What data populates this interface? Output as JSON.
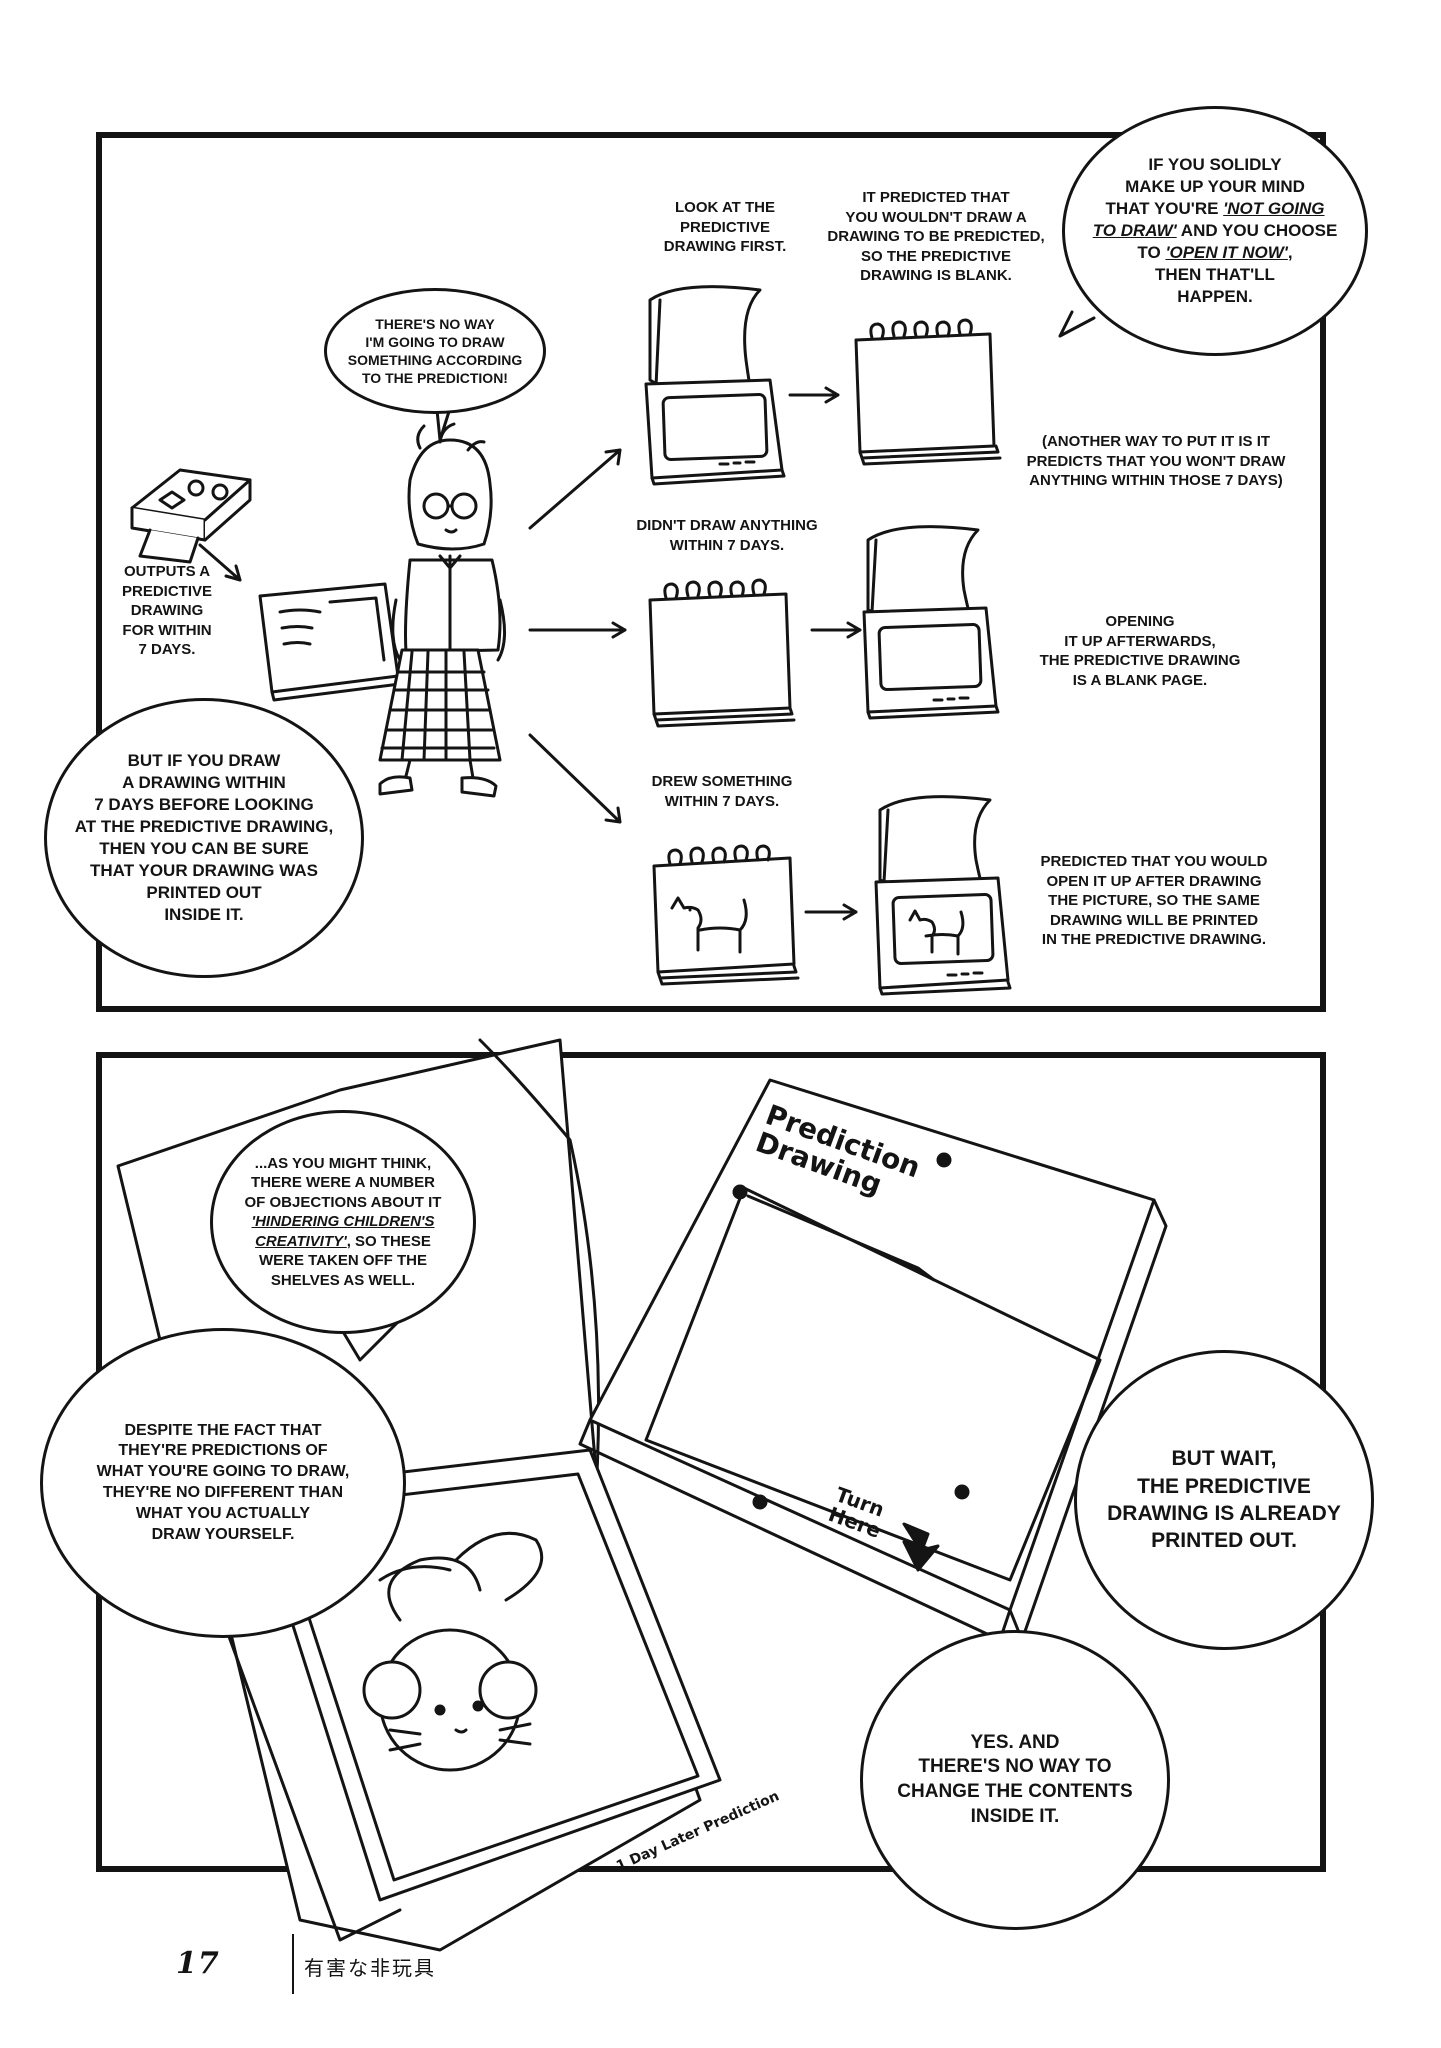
{
  "captions": {
    "look_first": "LOOK AT THE\nPREDICTIVE\nDRAWING FIRST.",
    "predicted_blank": "IT PREDICTED THAT\nYOU WOULDN'T DRAW A\nDRAWING TO BE PREDICTED,\nSO THE PREDICTIVE\nDRAWING IS BLANK.",
    "another_way": "(ANOTHER WAY TO PUT IT IS IT\nPREDICTS THAT YOU WON'T DRAW\nANYTHING WITHIN THOSE 7 DAYS)",
    "didnt_draw": "DIDN'T DRAW ANYTHING\nWITHIN 7 DAYS.",
    "opening_after": "OPENING\nIT UP AFTERWARDS,\nTHE PREDICTIVE DRAWING\nIS A BLANK PAGE.",
    "drew_something": "DREW SOMETHING\nWITHIN 7 DAYS.",
    "predicted_same": "PREDICTED THAT YOU WOULD\nOPEN IT UP AFTER DRAWING\nTHE PICTURE, SO THE SAME\nDRAWING WILL BE PRINTED\nIN THE PREDICTIVE DRAWING.",
    "outputs": "OUTPUTS A\nPREDICTIVE\nDRAWING\nFOR WITHIN\n7 DAYS."
  },
  "bubbles": {
    "no_way": "THERE'S NO WAY\nI'M GOING TO DRAW\nSOMETHING ACCORDING\nTO THE PREDICTION!",
    "solidly_pre": "IF YOU SOLIDLY\nMAKE UP YOUR MIND\nTHAT YOU'RE ",
    "solidly_e1": "'NOT GOING\nTO DRAW'",
    "solidly_mid": " AND YOU CHOOSE\nTO ",
    "solidly_e2": "'OPEN IT NOW'",
    "solidly_post": ",\nTHEN THAT'LL\nHAPPEN.",
    "but_if": "BUT IF YOU DRAW\nA DRAWING WITHIN\n7 DAYS BEFORE LOOKING\nAT THE PREDICTIVE DRAWING,\nTHEN YOU CAN BE SURE\nTHAT YOUR DRAWING WAS\nPRINTED OUT\nINSIDE IT.",
    "objections_pre": "...AS YOU MIGHT THINK,\nTHERE WERE A NUMBER\nOF OBJECTIONS ABOUT IT\n",
    "objections_e": "'HINDERING CHILDREN'S\nCREATIVITY'",
    "objections_post": ", SO THESE\nWERE TAKEN OFF THE\nSHELVES AS WELL.",
    "despite": "DESPITE THE FACT THAT\nTHEY'RE PREDICTIONS OF\nWHAT YOU'RE GOING TO DRAW,\nTHEY'RE NO DIFFERENT THAN\nWHAT YOU ACTUALLY\nDRAW YOURSELF.",
    "but_wait": "BUT WAIT,\nTHE PREDICTIVE\nDRAWING IS ALREADY\nPRINTED OUT.",
    "yes_and": "YES. AND\nTHERE'S NO WAY TO\nCHANGE THE CONTENTS\nINSIDE IT."
  },
  "pad": {
    "title": "Prediction\nDrawing",
    "turn_here": "Turn\nHere",
    "day_label": "1 Day Later Prediction"
  },
  "footer": {
    "page_number": "17",
    "title": "有害な非玩具"
  }
}
